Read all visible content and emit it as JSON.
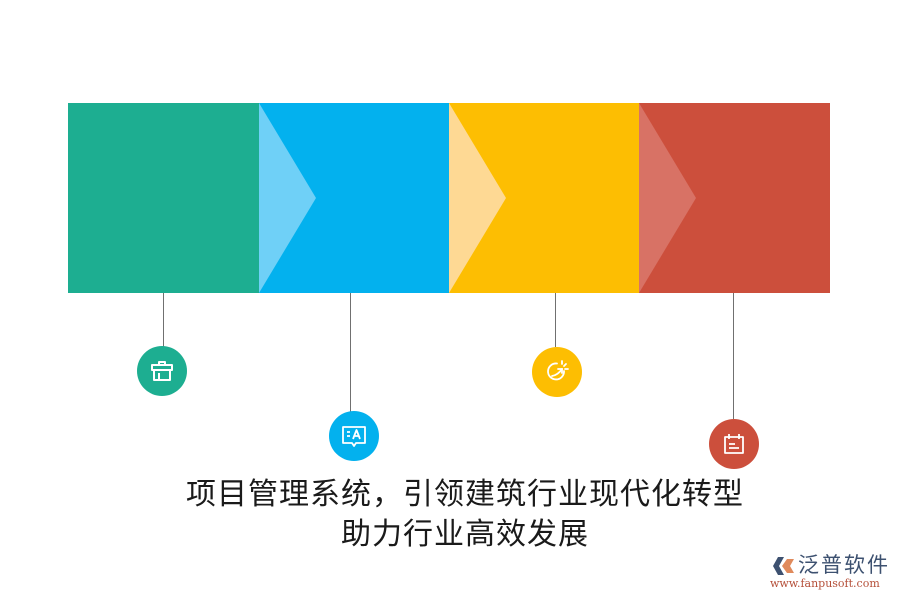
{
  "diagram": {
    "type": "process-flow",
    "steps": [
      {
        "id": 1,
        "color": "#1dae91",
        "chevron_color": null,
        "icon": "briefcase-icon"
      },
      {
        "id": 2,
        "color": "#03b1ee",
        "chevron_color": "#6fd0f7",
        "icon": "chat-text-icon"
      },
      {
        "id": 3,
        "color": "#fdbe02",
        "chevron_color": "#fed994",
        "icon": "growth-arrow-icon"
      },
      {
        "id": 4,
        "color": "#cc4f3c",
        "chevron_color": "#d87265",
        "icon": "calendar-icon"
      }
    ],
    "connector_color": "#707070"
  },
  "title": {
    "line1": "项目管理系统，引领建筑行业现代化转型",
    "line2": "助力行业高效发展"
  },
  "logo": {
    "name": "泛普软件",
    "url": "www.fanpusoft.com"
  }
}
